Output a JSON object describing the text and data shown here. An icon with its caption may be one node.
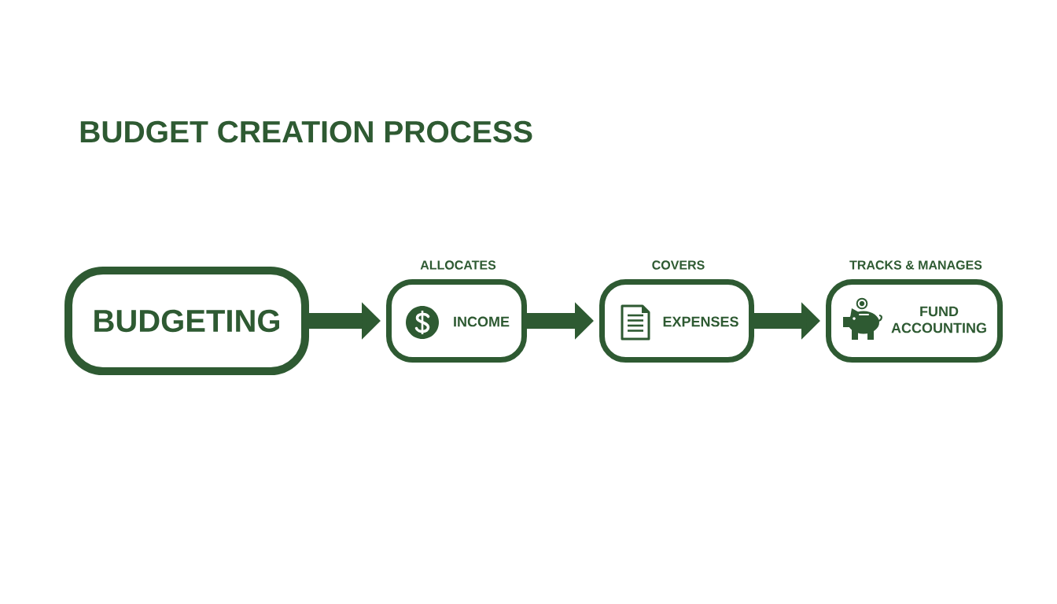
{
  "diagram": {
    "title": "BUDGET CREATION PROCESS",
    "nodes": [
      {
        "text": [
          "BUDGETING"
        ]
      },
      {
        "text": [
          "INCOME"
        ],
        "beside": [
          "ALLOCATES"
        ]
      },
      {
        "text": [
          "EXPENSES"
        ],
        "beside": [
          "COVERS"
        ]
      },
      {
        "text": [
          "FUND ACCOUNTING"
        ],
        "beside": [
          "TRACKS & MANAGES"
        ]
      }
    ],
    "edges": [
      {
        "from": 0,
        "to": 1,
        "arrow": "to"
      },
      {
        "from": 1,
        "to": 2,
        "arrow": "to"
      },
      {
        "from": 2,
        "to": 3,
        "arrow": "to"
      }
    ]
  }
}
